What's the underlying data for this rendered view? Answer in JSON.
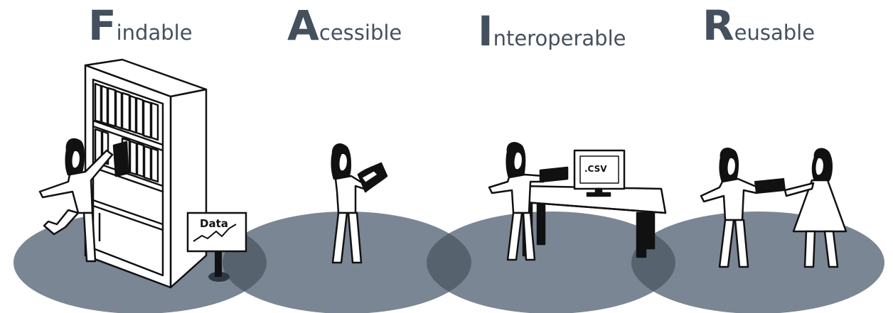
{
  "headings": [
    {
      "initial": "F",
      "rest": "indable"
    },
    {
      "initial": "A",
      "rest": "cessible"
    },
    {
      "initial": "I",
      "rest": "nteroperable"
    },
    {
      "initial": "R",
      "rest": "eusable"
    }
  ],
  "sign": {
    "label": "Data"
  },
  "monitor": {
    "label": ".CSV"
  },
  "colors": {
    "ellipse": "#7b8694",
    "overlap": "#56636f",
    "heading": "#44505e",
    "outline": "#111111"
  }
}
